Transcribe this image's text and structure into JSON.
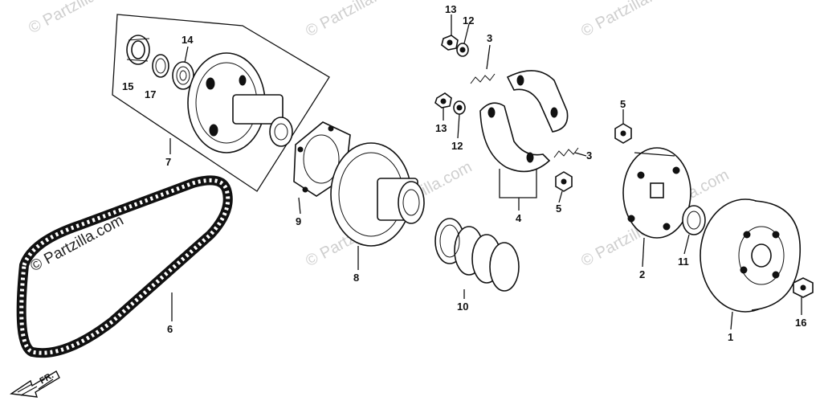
{
  "watermarks": [
    "© Partzilla.com",
    "© Partzilla.com",
    "© Partzilla.com",
    "© Partzilla.com",
    "© Partzilla.com",
    "© Partzilla.com",
    "© Partzilla.com",
    "© Partzilla.com"
  ],
  "front_indicator": "FR.",
  "callouts": {
    "c1": "1",
    "c2": "2",
    "c3a": "3",
    "c3b": "3",
    "c4": "4",
    "c5a": "5",
    "c5b": "5",
    "c6": "6",
    "c7": "7",
    "c8": "8",
    "c9": "9",
    "c10": "10",
    "c11": "11",
    "c12a": "12",
    "c12b": "12",
    "c13a": "13",
    "c13b": "13",
    "c14": "14",
    "c15": "15",
    "c16": "16",
    "c17": "17"
  }
}
